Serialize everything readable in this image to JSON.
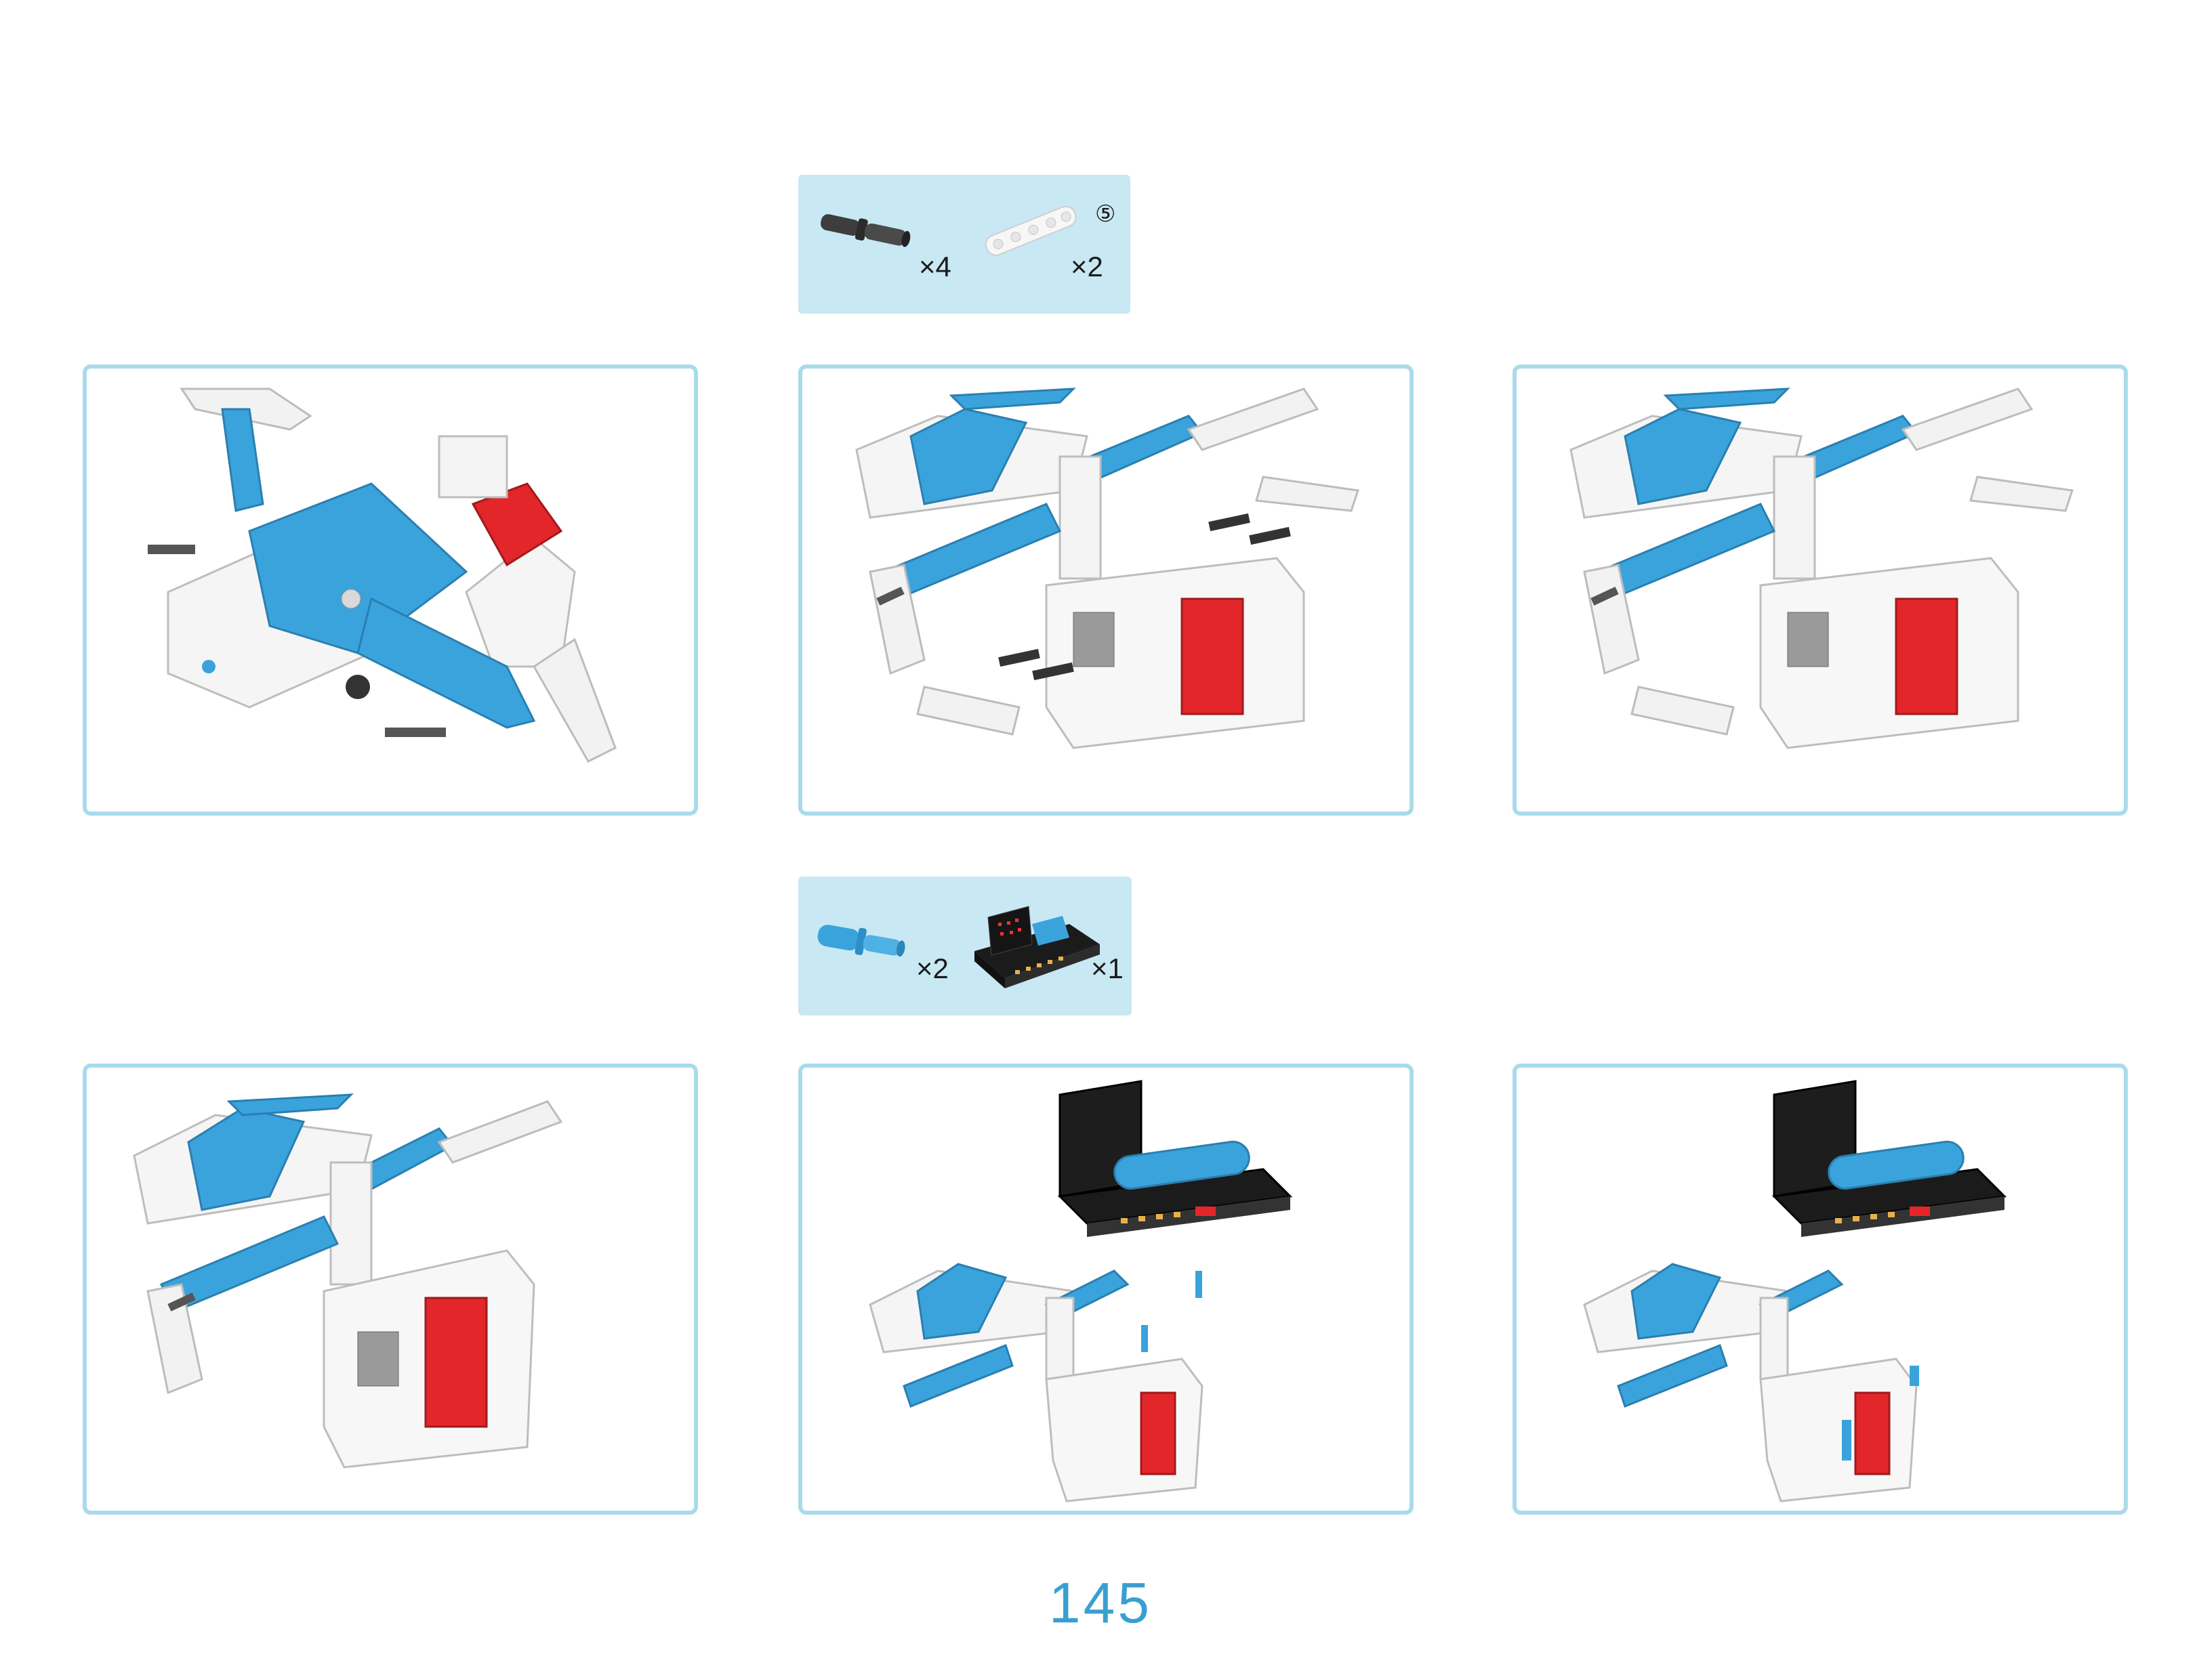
{
  "parts_top": {
    "items": [
      {
        "icon": "black-connector-pin-icon",
        "qty": "×4"
      },
      {
        "icon": "white-beam-icon",
        "qty": "×2",
        "note": "⑤"
      }
    ]
  },
  "parts_middle": {
    "items": [
      {
        "icon": "blue-axle-pin-icon",
        "qty": "×2"
      },
      {
        "icon": "controller-board-icon",
        "qty": "×1"
      }
    ]
  },
  "steps": [
    {
      "name": "step-1"
    },
    {
      "name": "step-2"
    },
    {
      "name": "step-3"
    },
    {
      "name": "step-4"
    },
    {
      "name": "step-5"
    },
    {
      "name": "step-6"
    }
  ],
  "colors": {
    "accent": "#3a9fd0",
    "panel_border": "#a9dbea",
    "parts_bg": "#c8e8f3",
    "blue_part": "#3aa3dc",
    "red_part": "#e3262a"
  },
  "page_number": "145"
}
